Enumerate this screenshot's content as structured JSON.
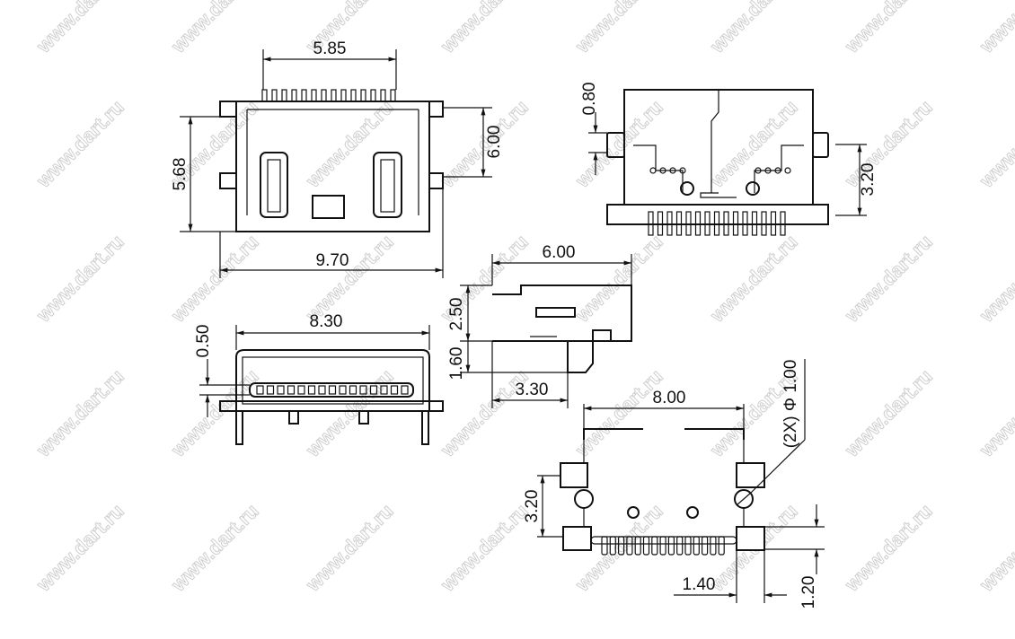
{
  "watermark": "www.dart.ru",
  "views": {
    "front": {
      "width_top": "5.85",
      "height_right": "6.00",
      "height_left": "5.68",
      "width_total": "9.70"
    },
    "rear": {
      "tab_height": "0.80",
      "height": "3.20"
    },
    "bottom": {
      "width": "8.30",
      "offset": "0.50"
    },
    "side": {
      "length": "6.00",
      "height_upper": "2.50",
      "height_lower": "1.60",
      "depth": "3.30"
    },
    "footprint": {
      "pitch": "8.00",
      "hole": "(2X) Φ 1.00",
      "pad_spacing": "3.20",
      "pad_width": "1.40",
      "pad_height": "1.20"
    }
  }
}
